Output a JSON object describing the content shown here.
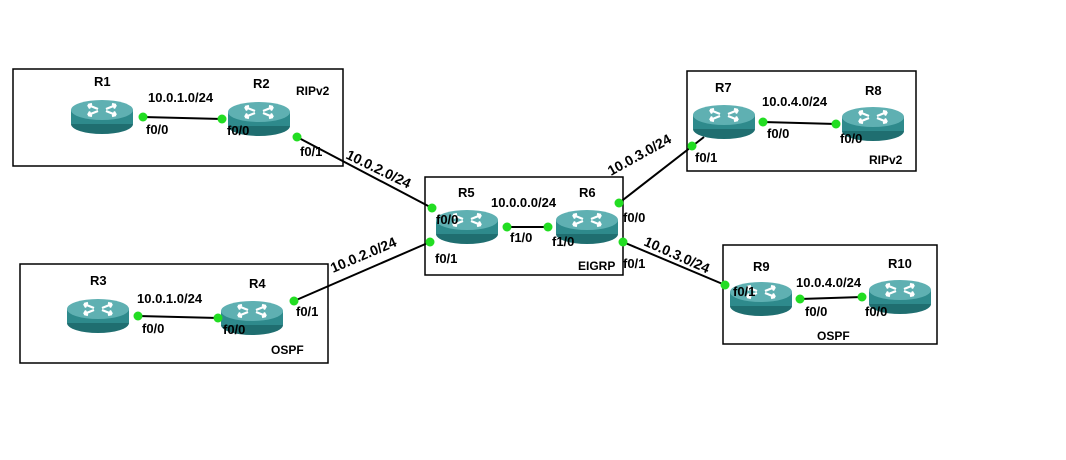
{
  "routers": {
    "r1": "R1",
    "r2": "R2",
    "r3": "R3",
    "r4": "R4",
    "r5": "R5",
    "r6": "R6",
    "r7": "R7",
    "r8": "R8",
    "r9": "R9",
    "r10": "R10"
  },
  "protocols": {
    "top_left": "RIPv2",
    "bottom_left": "OSPF",
    "center": "EIGRP",
    "top_right": "RIPv2",
    "bottom_right": "OSPF"
  },
  "networks": {
    "r1_r2": "10.0.1.0/24",
    "r2_r5": "10.0.2.0/24",
    "r3_r4": "10.0.1.0/24",
    "r4_r5": "10.0.2.0/24",
    "r5_r6": "10.0.0.0/24",
    "r6_r7": "10.0.3.0/24",
    "r6_r9": "10.0.3.0/24",
    "r7_r8": "10.0.4.0/24",
    "r9_r10": "10.0.4.0/24"
  },
  "interfaces": {
    "r1_f00": "f0/0",
    "r2_f00": "f0/0",
    "r2_f01": "f0/1",
    "r3_f00": "f0/0",
    "r4_f00": "f0/0",
    "r4_f01": "f0/1",
    "r5_f00": "f0/0",
    "r5_f01": "f0/1",
    "r5_f10": "f1/0",
    "r6_f10": "f1/0",
    "r6_f00": "f0/0",
    "r6_f01": "f0/1",
    "r7_f01": "f0/1",
    "r7_f00": "f0/0",
    "r8_f00": "f0/0",
    "r9_f01": "f0/1",
    "r9_f00": "f0/0",
    "r10_f00": "f0/0"
  },
  "colors": {
    "router_body": "#2e8a8c",
    "router_top": "#5fb0b2",
    "port": "#22dd22"
  }
}
